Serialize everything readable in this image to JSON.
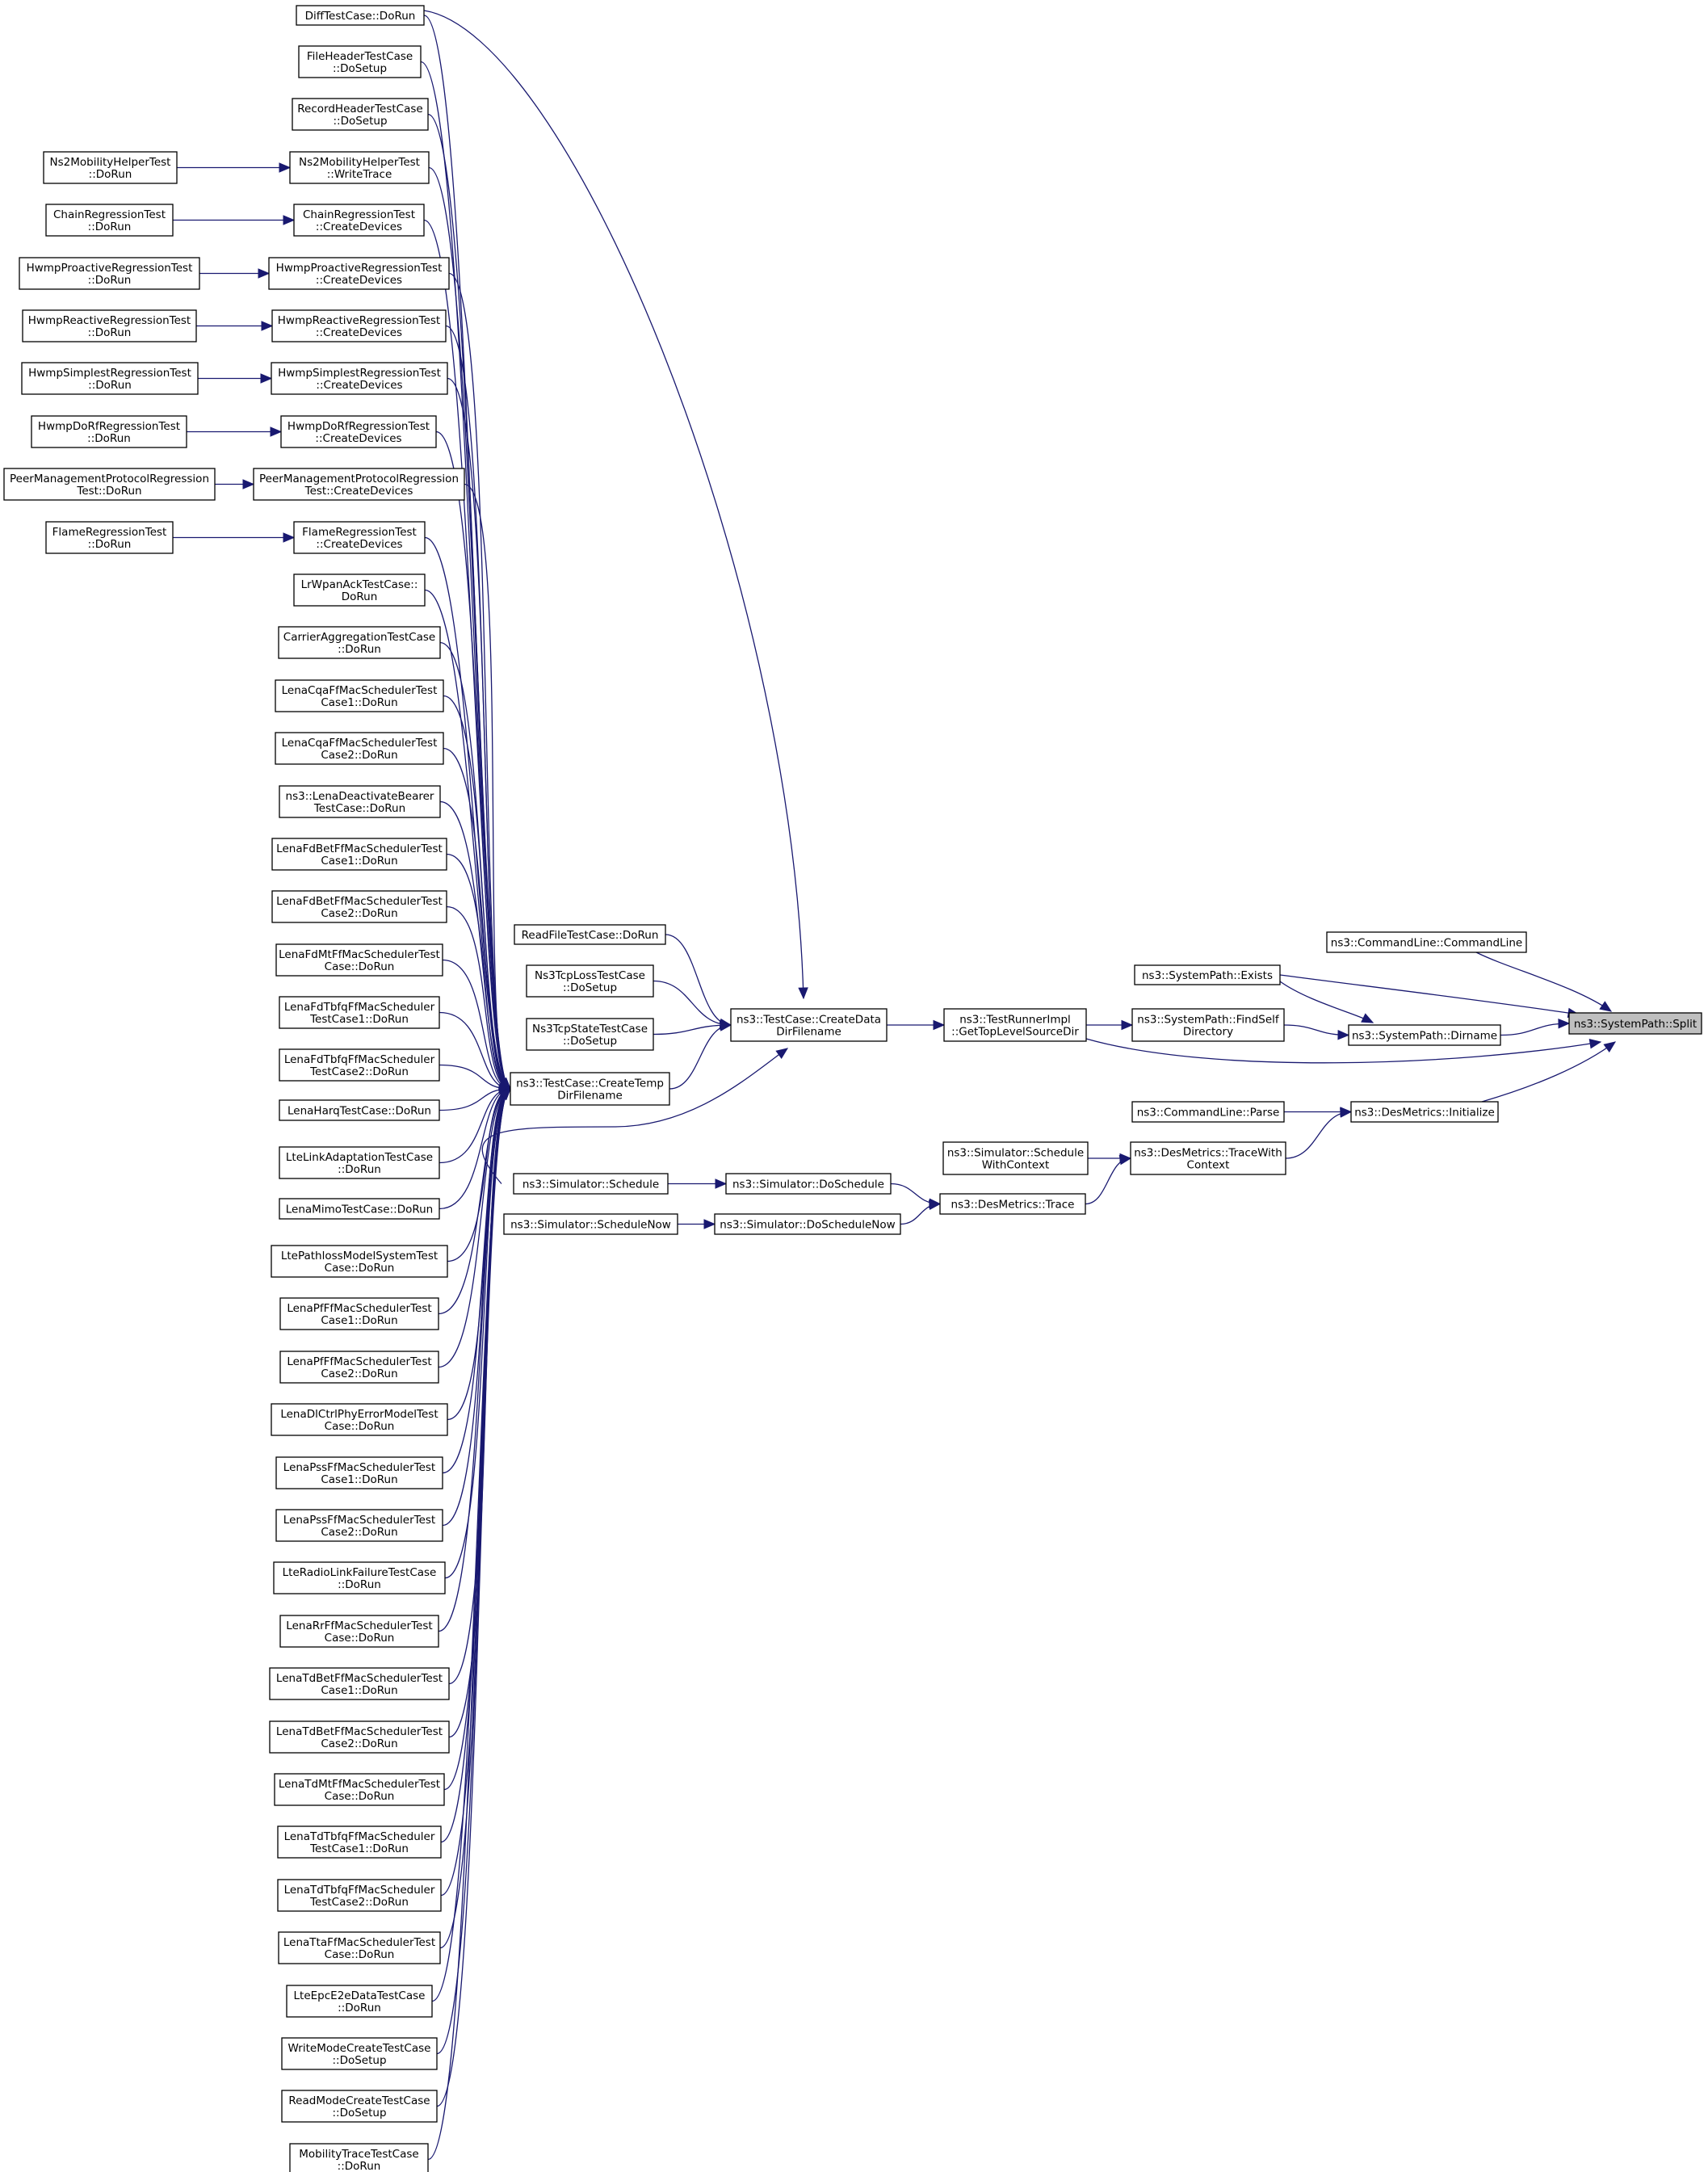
{
  "nodes": [
    {
      "id": "split",
      "lines": [
        "ns3::SystemPath::Split"
      ],
      "root": true
    },
    {
      "id": "cmdline_ctor",
      "lines": [
        "ns3::CommandLine::CommandLine"
      ]
    },
    {
      "id": "exists",
      "lines": [
        "ns3::SystemPath::Exists"
      ]
    },
    {
      "id": "dirname",
      "lines": [
        "ns3::SystemPath::Dirname"
      ]
    },
    {
      "id": "findself",
      "lines": [
        "ns3::SystemPath::FindSelf",
        "Directory"
      ]
    },
    {
      "id": "toplevel",
      "lines": [
        "ns3::TestRunnerImpl",
        "::GetTopLevelSourceDir"
      ]
    },
    {
      "id": "createdata",
      "lines": [
        "ns3::TestCase::CreateData",
        "DirFilename"
      ]
    },
    {
      "id": "createtemp",
      "lines": [
        "ns3::TestCase::CreateTemp",
        "DirFilename"
      ]
    },
    {
      "id": "readfile",
      "lines": [
        "ReadFileTestCase::DoRun"
      ]
    },
    {
      "id": "tcploss",
      "lines": [
        "Ns3TcpLossTestCase",
        "::DoSetup"
      ]
    },
    {
      "id": "tcpstate",
      "lines": [
        "Ns3TcpStateTestCase",
        "::DoSetup"
      ]
    },
    {
      "id": "initialize",
      "lines": [
        "ns3::DesMetrics::Initialize"
      ]
    },
    {
      "id": "parse",
      "lines": [
        "ns3::CommandLine::Parse"
      ]
    },
    {
      "id": "tracewith",
      "lines": [
        "ns3::DesMetrics::TraceWith",
        "Context"
      ]
    },
    {
      "id": "schedwith",
      "lines": [
        "ns3::Simulator::Schedule",
        "WithContext"
      ]
    },
    {
      "id": "trace",
      "lines": [
        "ns3::DesMetrics::Trace"
      ]
    },
    {
      "id": "doschedule",
      "lines": [
        "ns3::Simulator::DoSchedule"
      ]
    },
    {
      "id": "doschednow",
      "lines": [
        "ns3::Simulator::DoScheduleNow"
      ]
    },
    {
      "id": "schedule",
      "lines": [
        "ns3::Simulator::Schedule"
      ]
    },
    {
      "id": "schednow",
      "lines": [
        "ns3::Simulator::ScheduleNow"
      ]
    },
    {
      "id": "diff",
      "lines": [
        "DiffTestCase::DoRun"
      ]
    },
    {
      "id": "fileheader",
      "lines": [
        "FileHeaderTestCase",
        "::DoSetup"
      ]
    },
    {
      "id": "recordheader",
      "lines": [
        "RecordHeaderTestCase",
        "::DoSetup"
      ]
    },
    {
      "id": "ns2write",
      "lines": [
        "Ns2MobilityHelperTest",
        "::WriteTrace"
      ]
    },
    {
      "id": "ns2run",
      "lines": [
        "Ns2MobilityHelperTest",
        "::DoRun"
      ]
    },
    {
      "id": "chaincreate",
      "lines": [
        "ChainRegressionTest",
        "::CreateDevices"
      ]
    },
    {
      "id": "chainrun",
      "lines": [
        "ChainRegressionTest",
        "::DoRun"
      ]
    },
    {
      "id": "hwpropcreate",
      "lines": [
        "HwmpProactiveRegressionTest",
        "::CreateDevices"
      ]
    },
    {
      "id": "hwproprun",
      "lines": [
        "HwmpProactiveRegressionTest",
        "::DoRun"
      ]
    },
    {
      "id": "hwreaccreate",
      "lines": [
        "HwmpReactiveRegressionTest",
        "::CreateDevices"
      ]
    },
    {
      "id": "hwreacrun",
      "lines": [
        "HwmpReactiveRegressionTest",
        "::DoRun"
      ]
    },
    {
      "id": "hwsimpcreate",
      "lines": [
        "HwmpSimplestRegressionTest",
        "::CreateDevices"
      ]
    },
    {
      "id": "hwsimprun",
      "lines": [
        "HwmpSimplestRegressionTest",
        "::DoRun"
      ]
    },
    {
      "id": "hwdorfcreate",
      "lines": [
        "HwmpDoRfRegressionTest",
        "::CreateDevices"
      ]
    },
    {
      "id": "hwdorfrun",
      "lines": [
        "HwmpDoRfRegressionTest",
        "::DoRun"
      ]
    },
    {
      "id": "peercreate",
      "lines": [
        "PeerManagementProtocolRegression",
        "Test::CreateDevices"
      ]
    },
    {
      "id": "peerrun",
      "lines": [
        "PeerManagementProtocolRegression",
        "Test::DoRun"
      ]
    },
    {
      "id": "flamecreate",
      "lines": [
        "FlameRegressionTest",
        "::CreateDevices"
      ]
    },
    {
      "id": "flamerun",
      "lines": [
        "FlameRegressionTest",
        "::DoRun"
      ]
    },
    {
      "id": "lrwpan",
      "lines": [
        "LrWpanAckTestCase::",
        "DoRun"
      ]
    },
    {
      "id": "carrier",
      "lines": [
        "CarrierAggregationTestCase",
        "::DoRun"
      ]
    },
    {
      "id": "cqa1",
      "lines": [
        "LenaCqaFfMacSchedulerTest",
        "Case1::DoRun"
      ]
    },
    {
      "id": "cqa2",
      "lines": [
        "LenaCqaFfMacSchedulerTest",
        "Case2::DoRun"
      ]
    },
    {
      "id": "deactivate",
      "lines": [
        "ns3::LenaDeactivateBearer",
        "TestCase::DoRun"
      ]
    },
    {
      "id": "fdbet1",
      "lines": [
        "LenaFdBetFfMacSchedulerTest",
        "Case1::DoRun"
      ]
    },
    {
      "id": "fdbet2",
      "lines": [
        "LenaFdBetFfMacSchedulerTest",
        "Case2::DoRun"
      ]
    },
    {
      "id": "fdmt",
      "lines": [
        "LenaFdMtFfMacSchedulerTest",
        "Case::DoRun"
      ]
    },
    {
      "id": "fdtbfq1",
      "lines": [
        "LenaFdTbfqFfMacScheduler",
        "TestCase1::DoRun"
      ]
    },
    {
      "id": "fdtbfq2",
      "lines": [
        "LenaFdTbfqFfMacScheduler",
        "TestCase2::DoRun"
      ]
    },
    {
      "id": "harq",
      "lines": [
        "LenaHarqTestCase::DoRun"
      ]
    },
    {
      "id": "linkadapt",
      "lines": [
        "LteLinkAdaptationTestCase",
        "::DoRun"
      ]
    },
    {
      "id": "mimo",
      "lines": [
        "LenaMimoTestCase::DoRun"
      ]
    },
    {
      "id": "pathloss",
      "lines": [
        "LtePathlossModelSystemTest",
        "Case::DoRun"
      ]
    },
    {
      "id": "pf1",
      "lines": [
        "LenaPfFfMacSchedulerTest",
        "Case1::DoRun"
      ]
    },
    {
      "id": "pf2",
      "lines": [
        "LenaPfFfMacSchedulerTest",
        "Case2::DoRun"
      ]
    },
    {
      "id": "dlctrl",
      "lines": [
        "LenaDlCtrlPhyErrorModelTest",
        "Case::DoRun"
      ]
    },
    {
      "id": "pss1",
      "lines": [
        "LenaPssFfMacSchedulerTest",
        "Case1::DoRun"
      ]
    },
    {
      "id": "pss2",
      "lines": [
        "LenaPssFfMacSchedulerTest",
        "Case2::DoRun"
      ]
    },
    {
      "id": "rlf",
      "lines": [
        "LteRadioLinkFailureTestCase",
        "::DoRun"
      ]
    },
    {
      "id": "rr",
      "lines": [
        "LenaRrFfMacSchedulerTest",
        "Case::DoRun"
      ]
    },
    {
      "id": "tdbet1",
      "lines": [
        "LenaTdBetFfMacSchedulerTest",
        "Case1::DoRun"
      ]
    },
    {
      "id": "tdbet2",
      "lines": [
        "LenaTdBetFfMacSchedulerTest",
        "Case2::DoRun"
      ]
    },
    {
      "id": "tdmt",
      "lines": [
        "LenaTdMtFfMacSchedulerTest",
        "Case::DoRun"
      ]
    },
    {
      "id": "tdtbfq1",
      "lines": [
        "LenaTdTbfqFfMacScheduler",
        "TestCase1::DoRun"
      ]
    },
    {
      "id": "tdtbfq2",
      "lines": [
        "LenaTdTbfqFfMacScheduler",
        "TestCase2::DoRun"
      ]
    },
    {
      "id": "tta",
      "lines": [
        "LenaTtaFfMacSchedulerTest",
        "Case::DoRun"
      ]
    },
    {
      "id": "epc",
      "lines": [
        "LteEpcE2eDataTestCase",
        "::DoRun"
      ]
    },
    {
      "id": "writemode",
      "lines": [
        "WriteModeCreateTestCase",
        "::DoSetup"
      ]
    },
    {
      "id": "readmode",
      "lines": [
        "ReadModeCreateTestCase",
        "::DoSetup"
      ]
    },
    {
      "id": "mobtrace",
      "lines": [
        "MobilityTraceTestCase",
        "::DoRun"
      ]
    }
  ],
  "edges": [
    [
      "cmdline_ctor",
      "split"
    ],
    [
      "exists",
      "split"
    ],
    [
      "dirname",
      "split"
    ],
    [
      "toplevel",
      "split"
    ],
    [
      "initialize",
      "split"
    ],
    [
      "exists",
      "dirname"
    ],
    [
      "findself",
      "dirname"
    ],
    [
      "toplevel",
      "findself"
    ],
    [
      "createdata",
      "toplevel"
    ],
    [
      "readfile",
      "createdata"
    ],
    [
      "tcploss",
      "createdata"
    ],
    [
      "tcpstate",
      "createdata"
    ],
    [
      "createtemp",
      "createdata"
    ],
    [
      "diff",
      "createdata"
    ],
    [
      "schedule",
      "createdata"
    ],
    [
      "parse",
      "initialize"
    ],
    [
      "tracewith",
      "initialize"
    ],
    [
      "schedwith",
      "tracewith"
    ],
    [
      "trace",
      "tracewith"
    ],
    [
      "doschedule",
      "trace"
    ],
    [
      "doschednow",
      "trace"
    ],
    [
      "schedule",
      "doschedule"
    ],
    [
      "schednow",
      "doschednow"
    ],
    [
      "ns2run",
      "ns2write"
    ],
    [
      "chainrun",
      "chaincreate"
    ],
    [
      "hwproprun",
      "hwpropcreate"
    ],
    [
      "hwreacrun",
      "hwreaccreate"
    ],
    [
      "hwsimprun",
      "hwsimpcreate"
    ],
    [
      "hwdorfrun",
      "hwdorfcreate"
    ],
    [
      "peerrun",
      "peercreate"
    ],
    [
      "flamerun",
      "flamecreate"
    ],
    [
      "diff",
      "createtemp"
    ],
    [
      "fileheader",
      "createtemp"
    ],
    [
      "recordheader",
      "createtemp"
    ],
    [
      "ns2write",
      "createtemp"
    ],
    [
      "chaincreate",
      "createtemp"
    ],
    [
      "hwpropcreate",
      "createtemp"
    ],
    [
      "hwreaccreate",
      "createtemp"
    ],
    [
      "hwsimpcreate",
      "createtemp"
    ],
    [
      "hwdorfcreate",
      "createtemp"
    ],
    [
      "peercreate",
      "createtemp"
    ],
    [
      "flamecreate",
      "createtemp"
    ],
    [
      "lrwpan",
      "createtemp"
    ],
    [
      "carrier",
      "createtemp"
    ],
    [
      "cqa1",
      "createtemp"
    ],
    [
      "cqa2",
      "createtemp"
    ],
    [
      "deactivate",
      "createtemp"
    ],
    [
      "fdbet1",
      "createtemp"
    ],
    [
      "fdbet2",
      "createtemp"
    ],
    [
      "fdmt",
      "createtemp"
    ],
    [
      "fdtbfq1",
      "createtemp"
    ],
    [
      "fdtbfq2",
      "createtemp"
    ],
    [
      "harq",
      "createtemp"
    ],
    [
      "linkadapt",
      "createtemp"
    ],
    [
      "mimo",
      "createtemp"
    ],
    [
      "pathloss",
      "createtemp"
    ],
    [
      "pf1",
      "createtemp"
    ],
    [
      "pf2",
      "createtemp"
    ],
    [
      "dlctrl",
      "createtemp"
    ],
    [
      "pss1",
      "createtemp"
    ],
    [
      "pss2",
      "createtemp"
    ],
    [
      "rlf",
      "createtemp"
    ],
    [
      "rr",
      "createtemp"
    ],
    [
      "tdbet1",
      "createtemp"
    ],
    [
      "tdbet2",
      "createtemp"
    ],
    [
      "tdmt",
      "createtemp"
    ],
    [
      "tdtbfq1",
      "createtemp"
    ],
    [
      "tdtbfq2",
      "createtemp"
    ],
    [
      "tta",
      "createtemp"
    ],
    [
      "epc",
      "createtemp"
    ],
    [
      "writemode",
      "createtemp"
    ],
    [
      "readmode",
      "createtemp"
    ],
    [
      "mobtrace",
      "createtemp"
    ]
  ]
}
